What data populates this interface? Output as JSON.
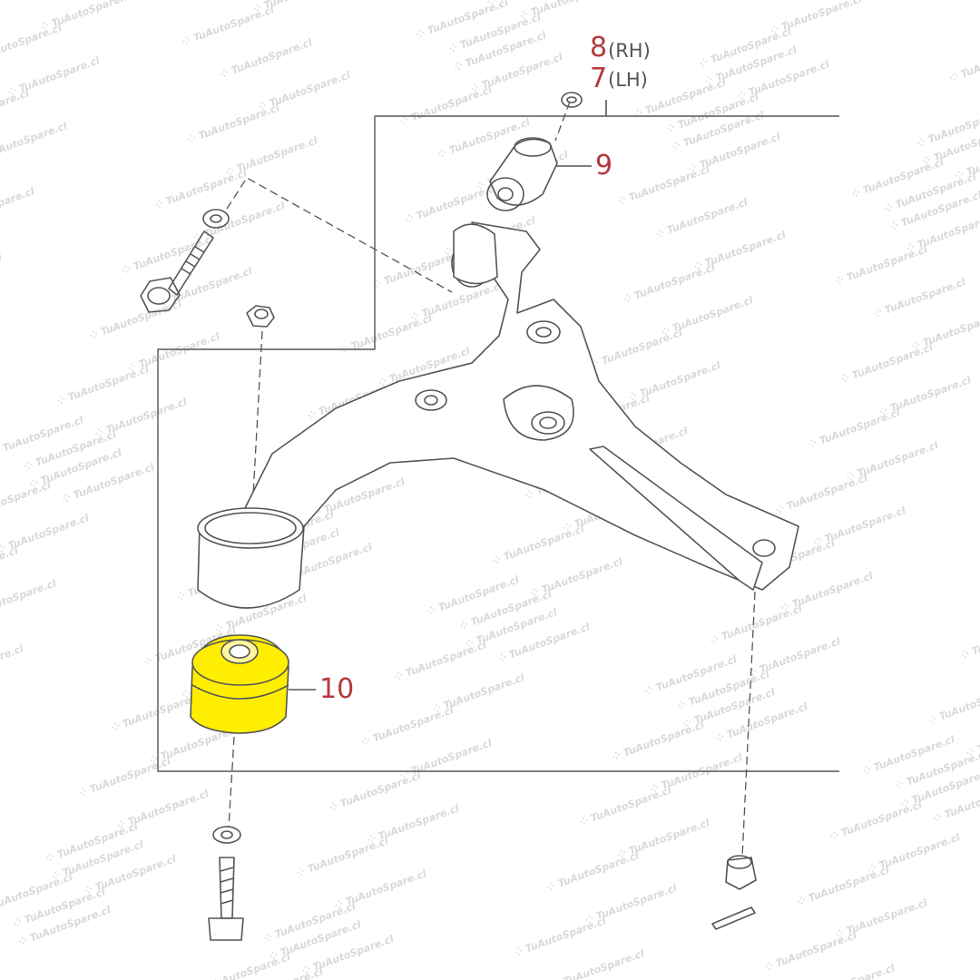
{
  "watermark": "TuAutoSpare.cl",
  "callouts": {
    "rh": {
      "number": "8",
      "side": "(RH)"
    },
    "lh": {
      "number": "7",
      "side": "(LH)"
    },
    "bushing_upper": {
      "number": "9"
    },
    "bushing_lower": {
      "number": "10"
    }
  },
  "colors": {
    "callout": "#b3393c",
    "highlight": "#ffee00",
    "line": "#555555"
  }
}
